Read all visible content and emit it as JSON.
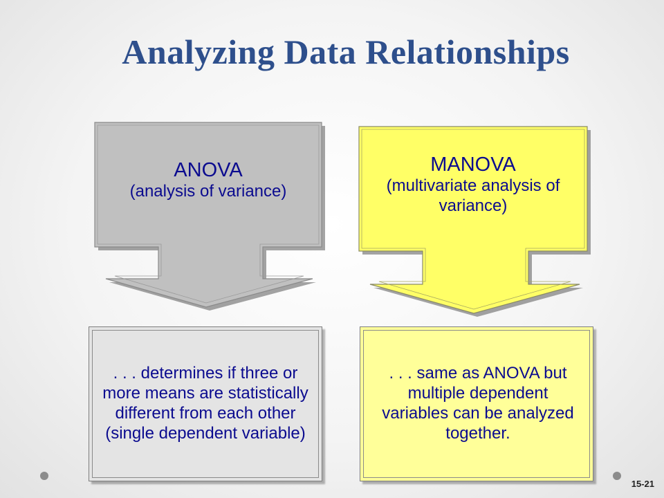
{
  "slide": {
    "title": "Analyzing Data Relationships",
    "page_number": "15-21"
  },
  "arrows": [
    {
      "heading": "ANOVA",
      "subtitle": "(analysis of variance)",
      "color": "#c0c0c0"
    },
    {
      "heading": "MANOVA",
      "subtitle": "(multivariate analysis of variance)",
      "color": "#ffff66"
    }
  ],
  "boxes": [
    {
      "text": ". . .  determines if three or more means are statistically different from each other (single dependent variable)",
      "color": "#e4e4e4"
    },
    {
      "text": ". . .  same as ANOVA but multiple dependent variables can be analyzed together.",
      "color": "#ffff99"
    }
  ],
  "colors": {
    "title": "#2e4f8c",
    "body_text": "#0b0b8f"
  }
}
